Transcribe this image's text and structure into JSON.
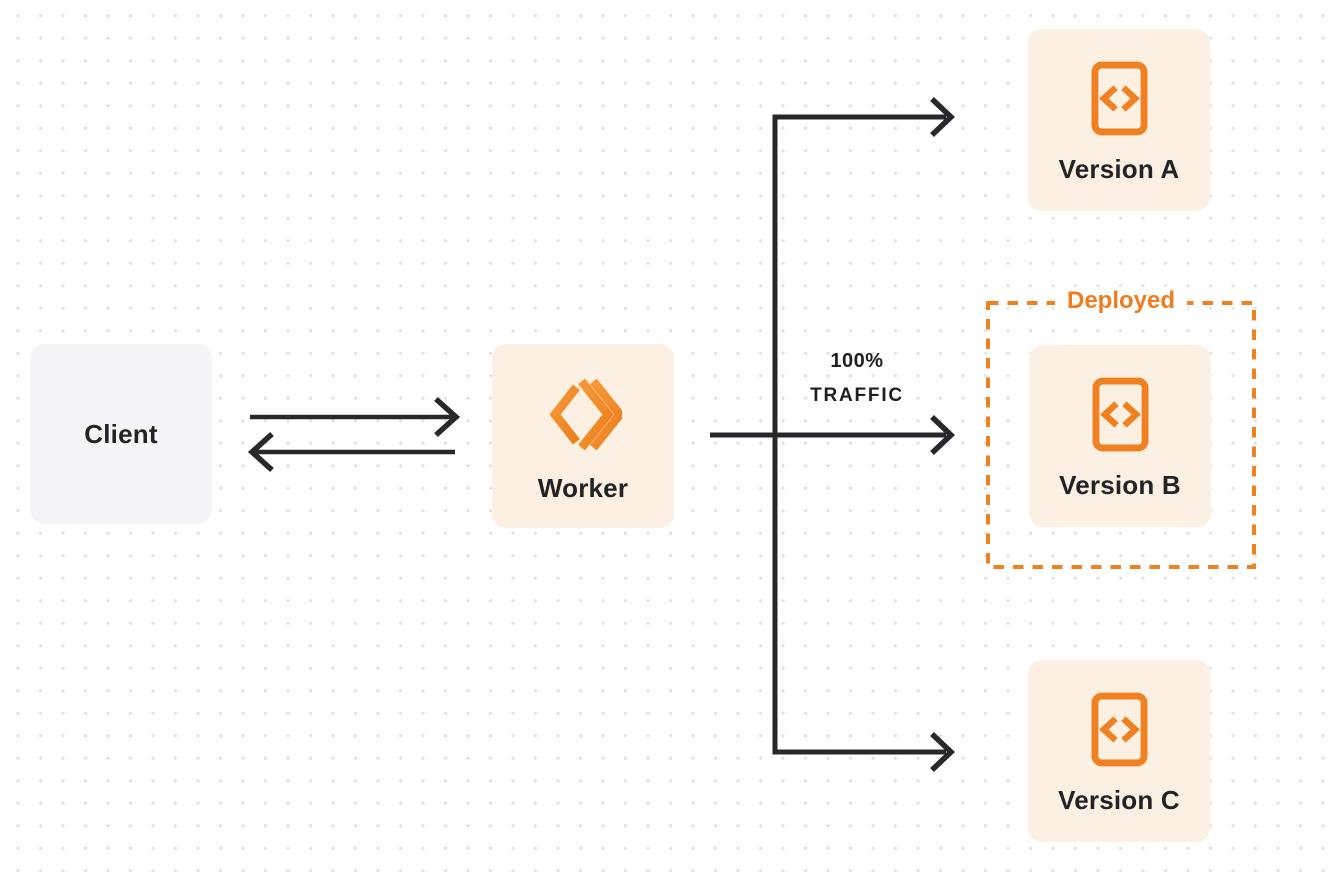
{
  "diagram": {
    "description_labels": {
      "client": "Client",
      "worker": "Worker",
      "deployed": "Deployed",
      "traffic_line1": "100%",
      "traffic_line2": "TRAFFIC"
    },
    "versions": [
      {
        "label": "Version A"
      },
      {
        "label": "Version B"
      },
      {
        "label": "Version C"
      }
    ],
    "icons": {
      "worker": "workers-double-chevron-logo",
      "version": "code-brackets-file"
    },
    "colors": {
      "accent_orange": "#EF8122",
      "deployed_text_orange": "#EE7D1F",
      "node_cream": "#FBF0E1",
      "client_gray": "#F5F5F7",
      "arrow_dark": "#28282C",
      "text_dark": "#232327",
      "dot_grid": "#E2E2E6",
      "background": "#FFFFFF"
    }
  }
}
